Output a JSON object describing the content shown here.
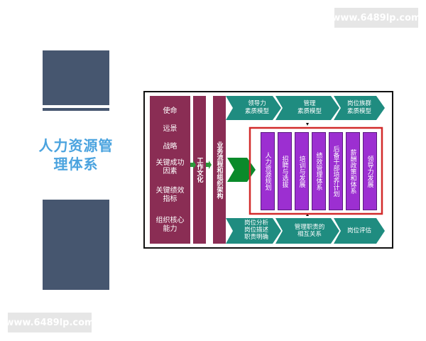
{
  "watermark": {
    "top": "www.6489lp.com",
    "bottom": "www.6489lp.com"
  },
  "page_title": {
    "line1": "人力资源管",
    "line2": "理体系"
  },
  "diagram": {
    "values": [
      "使命",
      "远景",
      "战略",
      "关键成功\n因素",
      "关键绩效\n指标",
      "组织核心\n能力"
    ],
    "work_culture": "工作文化",
    "process_structure": "业务流程和组织架构",
    "top_models": [
      "领导力\n素质模型",
      "管理\n素质模型",
      "岗位族群\n素质模型"
    ],
    "hr_functions": [
      "人力资源规划",
      "招聘与选拔",
      "培训与发展",
      "绩效管理体系",
      "后备干部培养计划",
      "薪酬政策和体系",
      "领导力发展"
    ],
    "bottom_items": [
      "岗位分析\n岗位描述\n职责明确",
      "管理职责的\n相互关系",
      "岗位评估"
    ]
  }
}
